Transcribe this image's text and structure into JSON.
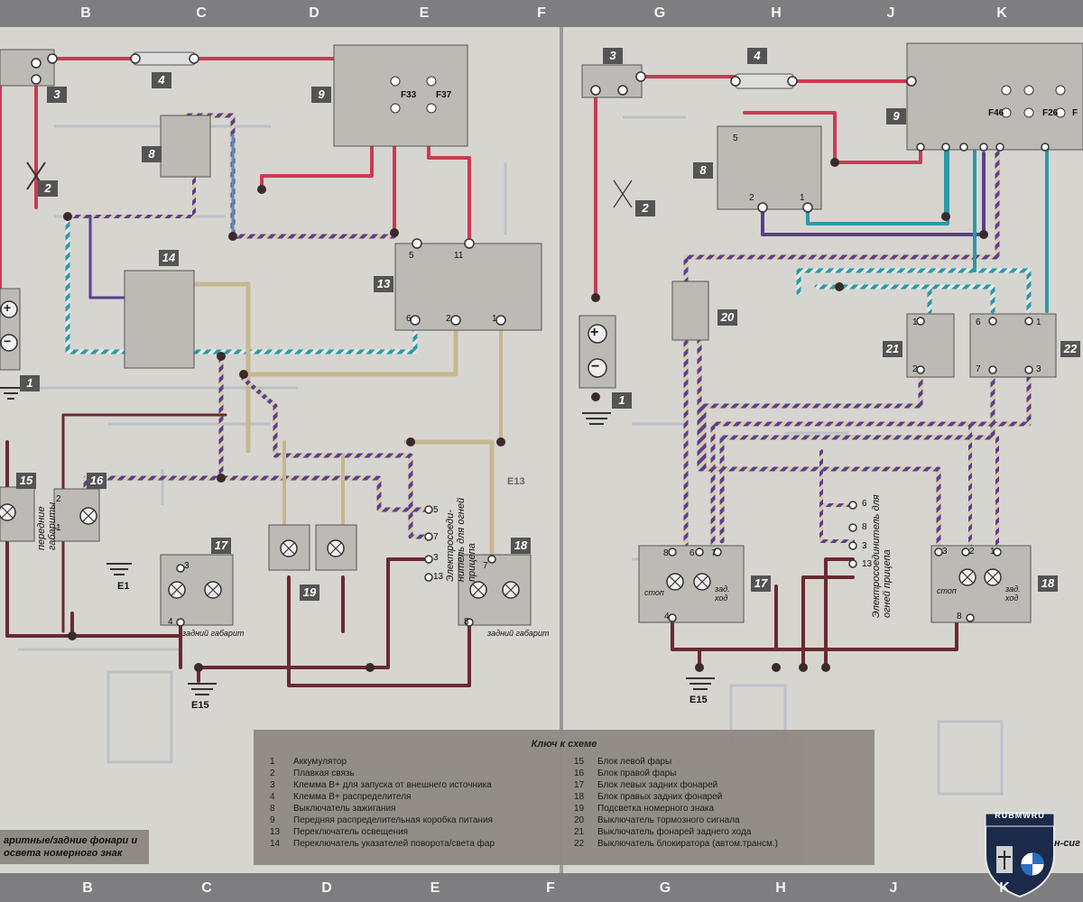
{
  "column_letters_top": [
    "B",
    "C",
    "D",
    "E",
    "F",
    "G",
    "H",
    "J",
    "K"
  ],
  "column_letters_bottom": [
    "B",
    "C",
    "D",
    "E",
    "F",
    "G",
    "H",
    "J",
    "K"
  ],
  "components_left": {
    "c1": "1",
    "c2": "2",
    "c3": "3",
    "c4": "4",
    "c8": "8",
    "c9": "9",
    "c13": "13",
    "c14": "14",
    "c15": "15",
    "c16": "16",
    "c17": "17",
    "c18": "18",
    "c19": "19"
  },
  "components_right": {
    "c1": "1",
    "c2": "2",
    "c3": "3",
    "c4": "4",
    "c8": "8",
    "c9": "9",
    "c17": "17",
    "c18": "18",
    "c20": "20",
    "c21": "21",
    "c22": "22"
  },
  "fuses_left": [
    "F33",
    "F37"
  ],
  "fuses_right": [
    "F46",
    "F26",
    "F"
  ],
  "pins_left": {
    "sw13": [
      "5",
      "11",
      "6",
      "2",
      "1"
    ],
    "c16": [
      "2",
      "1"
    ],
    "c17": [
      "3",
      "4"
    ],
    "c18": [
      "7",
      "8"
    ],
    "trailer": [
      "5",
      "7",
      "3",
      "13"
    ]
  },
  "pins_right": {
    "sw8": [
      "5",
      "2",
      "1"
    ],
    "c17": [
      "8",
      "6",
      "7",
      "4"
    ],
    "c18": [
      "3",
      "2",
      "1",
      "8"
    ],
    "c21": [
      "1",
      "2"
    ],
    "c22": [
      "6",
      "1",
      "7",
      "3"
    ],
    "trailer": [
      "6",
      "8",
      "3",
      "13"
    ]
  },
  "ground_labels": [
    "E1",
    "E15",
    "E15",
    "E13"
  ],
  "labels_left": {
    "front_marker": "передние габариты",
    "rear_marker_17": "задний габарит",
    "rear_marker_18": "задний габарит",
    "trailer_connector": "Электросоеди-нитель для огней прицепа"
  },
  "labels_right": {
    "stop_17": "стоп",
    "reverse_17": "зад. ход",
    "stop_18": "стоп",
    "reverse_18": "зад. ход",
    "trailer_connector": "Электросоединитель для огней прицепа"
  },
  "battery_plus": "+",
  "battery_minus": "−",
  "legend": {
    "title": "Ключ к схеме",
    "left": [
      {
        "n": "1",
        "t": "Аккумулятор"
      },
      {
        "n": "2",
        "t": "Плавкая связь"
      },
      {
        "n": "3",
        "t": "Клемма В+ для запуска от внешнего источника"
      },
      {
        "n": "4",
        "t": "Клемма В+ распределителя"
      },
      {
        "n": "8",
        "t": "Выключатель зажигания"
      },
      {
        "n": "9",
        "t": "Передняя распределительная коробка питания"
      },
      {
        "n": "13",
        "t": "Переключатель освещения"
      },
      {
        "n": "14",
        "t": "Переключатель указателей поворота/света фар"
      }
    ],
    "right": [
      {
        "n": "15",
        "t": "Блок левой фары"
      },
      {
        "n": "16",
        "t": "Блок правой фары"
      },
      {
        "n": "17",
        "t": "Блок левых задних фонарей"
      },
      {
        "n": "18",
        "t": "Блок правых задних фонарей"
      },
      {
        "n": "19",
        "t": "Подсветка номерного знака"
      },
      {
        "n": "20",
        "t": "Выключатель тормозного сигнала"
      },
      {
        "n": "21",
        "t": "Выключатель фонарей заднего хода"
      },
      {
        "n": "22",
        "t": "Выключатель блокиратора (автом.трансм.)"
      }
    ]
  },
  "caption_left": [
    "аритные/задние фонари и",
    "освета номерного знак"
  ],
  "caption_right": "н-сиг",
  "logo_text": "RUBMWRU",
  "colors": {
    "wire_red": "#cc3a52",
    "wire_purple": "#5a3f8f",
    "wire_teal": "#2a9aa6",
    "wire_tan": "#b8a98a",
    "wire_darkred": "#6a2a30",
    "component": "#bdbab5",
    "label_bg": "#545454",
    "ruler": "#7e7e80"
  }
}
